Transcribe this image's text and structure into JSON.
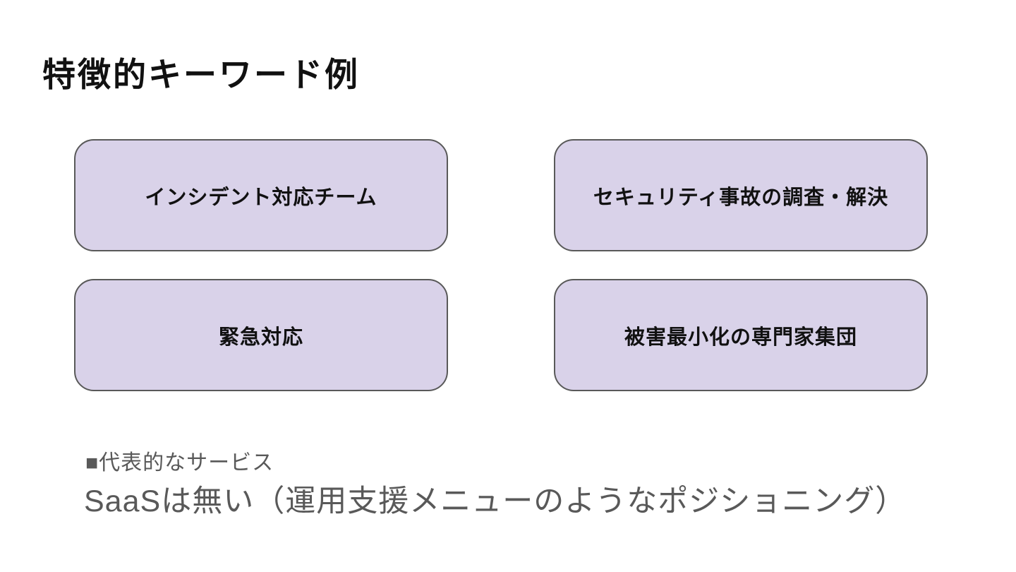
{
  "slide": {
    "title": "特徴的キーワード例",
    "keywords": [
      "インシデント対応チーム",
      "セキュリティ事故の調査・解決",
      "緊急対応",
      "被害最小化の専門家集団"
    ],
    "footer": {
      "heading": "■代表的なサービス",
      "body": "SaaSは無い（運用支援メニューのようなポジショニング）"
    },
    "colors": {
      "background": "#ffffff",
      "box_fill": "#d9d2e9",
      "box_border": "#595959",
      "title_text": "#111111",
      "box_text": "#111111",
      "footer_text": "#595959"
    }
  }
}
